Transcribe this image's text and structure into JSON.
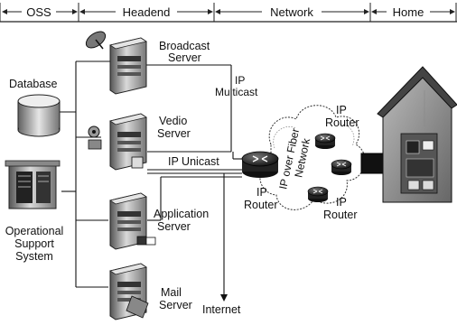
{
  "header": {
    "oss": "OSS",
    "headend": "Headend",
    "network": "Network",
    "home": "Home"
  },
  "oss": {
    "database": "Database",
    "ops_line1": "Operational",
    "ops_line2": "Support",
    "ops_line3": "System"
  },
  "servers": {
    "broadcast_line1": "Broadcast",
    "broadcast_line2": "Server",
    "video_line1": "Vedio",
    "video_line2": "Server",
    "application_line1": "Application",
    "application_line2": "Server",
    "mail_line1": "Mail",
    "mail_line2": "Server"
  },
  "links": {
    "multicast_line1": "IP",
    "multicast_line2": "Multicast",
    "unicast": "IP Unicast",
    "internet": "Internet"
  },
  "network": {
    "core_line1": "IP",
    "core_line2": "Router",
    "cloud_line1": "IP over Fiber",
    "cloud_line2": "Network",
    "top_line1": "IP",
    "top_line2": "Router",
    "bottom_line1": "IP",
    "bottom_line2": "Router"
  }
}
